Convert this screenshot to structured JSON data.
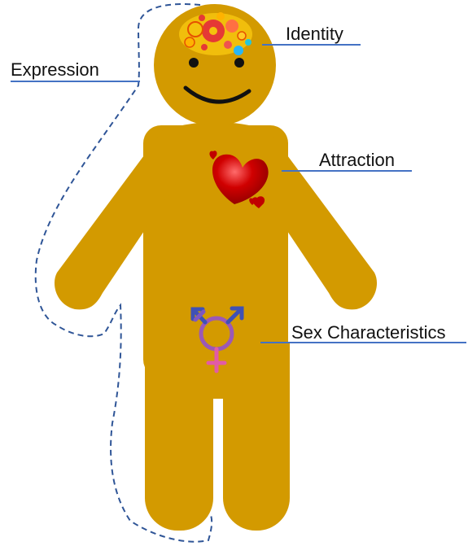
{
  "labels": {
    "identity": "Identity",
    "expression": "Expression",
    "attraction": "Attraction",
    "sex_characteristics": "Sex Characteristics"
  },
  "colors": {
    "body": "#D39A00",
    "face_features": "#111111",
    "leader_line": "#4472C4",
    "expression_outline": "#2F5597",
    "heart": "#C00000",
    "symbol_pink": "#E25BA6",
    "symbol_purple": "#9B59B6",
    "symbol_blue": "#3F51B5"
  },
  "icons": {
    "brain": "gears-brain-icon",
    "heart": "heart-icon",
    "symbol": "transgender-symbol-icon"
  }
}
